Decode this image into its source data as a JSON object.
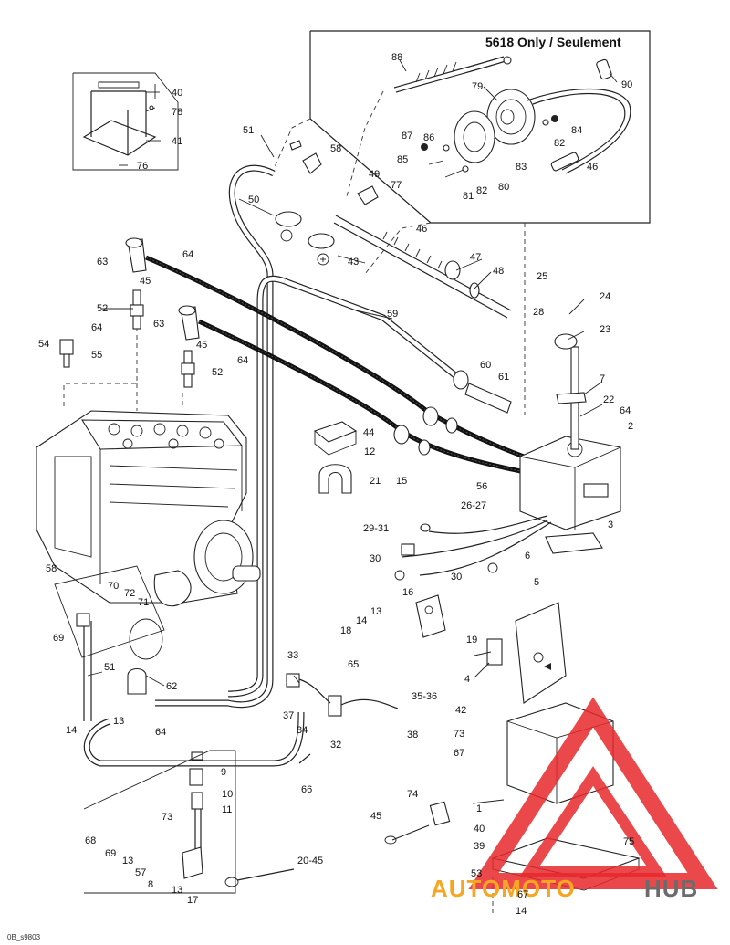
{
  "diagram": {
    "inset_title": "5618 Only / Seulement",
    "footer_code": "0B_s9803",
    "watermark": {
      "text_a": "AUTOMOTO",
      "text_b": "HUB",
      "color_a": "#f5a623",
      "color_b": "#6b6b6b",
      "logo_color": "#e8282b"
    },
    "callouts": [
      {
        "id": "c88",
        "text": "88"
      },
      {
        "id": "c79",
        "text": "79"
      },
      {
        "id": "c90",
        "text": "90"
      },
      {
        "id": "c87",
        "text": "87"
      },
      {
        "id": "c86",
        "text": "86"
      },
      {
        "id": "c85",
        "text": "85"
      },
      {
        "id": "c84",
        "text": "84"
      },
      {
        "id": "c82a",
        "text": "82"
      },
      {
        "id": "c83",
        "text": "83"
      },
      {
        "id": "c46a",
        "text": "46"
      },
      {
        "id": "c81",
        "text": "81"
      },
      {
        "id": "c82b",
        "text": "82"
      },
      {
        "id": "c80",
        "text": "80"
      },
      {
        "id": "c40a",
        "text": "40"
      },
      {
        "id": "c78",
        "text": "78"
      },
      {
        "id": "c41",
        "text": "41"
      },
      {
        "id": "c76",
        "text": "76"
      },
      {
        "id": "c51a",
        "text": "51"
      },
      {
        "id": "c58a",
        "text": "58"
      },
      {
        "id": "c49",
        "text": "49"
      },
      {
        "id": "c77",
        "text": "77"
      },
      {
        "id": "c50",
        "text": "50"
      },
      {
        "id": "c46b",
        "text": "46"
      },
      {
        "id": "c43",
        "text": "43"
      },
      {
        "id": "c63a",
        "text": "63"
      },
      {
        "id": "c64a",
        "text": "64"
      },
      {
        "id": "c45a",
        "text": "45"
      },
      {
        "id": "c47",
        "text": "47"
      },
      {
        "id": "c48",
        "text": "48"
      },
      {
        "id": "c25",
        "text": "25"
      },
      {
        "id": "c24",
        "text": "24"
      },
      {
        "id": "c28",
        "text": "28"
      },
      {
        "id": "c23",
        "text": "23"
      },
      {
        "id": "c52a",
        "text": "52"
      },
      {
        "id": "c64b",
        "text": "64"
      },
      {
        "id": "c63b",
        "text": "63"
      },
      {
        "id": "c59",
        "text": "59"
      },
      {
        "id": "c54",
        "text": "54"
      },
      {
        "id": "c55",
        "text": "55"
      },
      {
        "id": "c45b",
        "text": "45"
      },
      {
        "id": "c64c",
        "text": "64"
      },
      {
        "id": "c52b",
        "text": "52"
      },
      {
        "id": "c60",
        "text": "60"
      },
      {
        "id": "c61",
        "text": "61"
      },
      {
        "id": "c7",
        "text": "7"
      },
      {
        "id": "c22",
        "text": "22"
      },
      {
        "id": "c64d",
        "text": "64"
      },
      {
        "id": "c2",
        "text": "2"
      },
      {
        "id": "c44",
        "text": "44"
      },
      {
        "id": "c12",
        "text": "12"
      },
      {
        "id": "c21",
        "text": "21"
      },
      {
        "id": "c15",
        "text": "15"
      },
      {
        "id": "c56",
        "text": "56"
      },
      {
        "id": "c26_27",
        "text": "26-27"
      },
      {
        "id": "c3",
        "text": "3"
      },
      {
        "id": "c29_31",
        "text": "29-31"
      },
      {
        "id": "c6",
        "text": "6"
      },
      {
        "id": "c30a",
        "text": "30"
      },
      {
        "id": "c30b",
        "text": "30"
      },
      {
        "id": "c5",
        "text": "5"
      },
      {
        "id": "c58b",
        "text": "58"
      },
      {
        "id": "c70",
        "text": "70"
      },
      {
        "id": "c72",
        "text": "72"
      },
      {
        "id": "c71",
        "text": "71"
      },
      {
        "id": "c16",
        "text": "16"
      },
      {
        "id": "c13a",
        "text": "13"
      },
      {
        "id": "c14a",
        "text": "14"
      },
      {
        "id": "c18",
        "text": "18"
      },
      {
        "id": "c19",
        "text": "19"
      },
      {
        "id": "c69a",
        "text": "69"
      },
      {
        "id": "c51b",
        "text": "51"
      },
      {
        "id": "c33",
        "text": "33"
      },
      {
        "id": "c65",
        "text": "65"
      },
      {
        "id": "c4",
        "text": "4"
      },
      {
        "id": "c62",
        "text": "62"
      },
      {
        "id": "c35_36",
        "text": "35-36"
      },
      {
        "id": "c42",
        "text": "42"
      },
      {
        "id": "c37",
        "text": "37"
      },
      {
        "id": "c14b",
        "text": "14"
      },
      {
        "id": "c13b",
        "text": "13"
      },
      {
        "id": "c64e",
        "text": "64"
      },
      {
        "id": "c34",
        "text": "34"
      },
      {
        "id": "c38",
        "text": "38"
      },
      {
        "id": "c73a",
        "text": "73"
      },
      {
        "id": "c32",
        "text": "32"
      },
      {
        "id": "c67a",
        "text": "67"
      },
      {
        "id": "c9",
        "text": "9"
      },
      {
        "id": "c66",
        "text": "66"
      },
      {
        "id": "c10",
        "text": "10"
      },
      {
        "id": "c74",
        "text": "74"
      },
      {
        "id": "c11",
        "text": "11"
      },
      {
        "id": "c1",
        "text": "1"
      },
      {
        "id": "c45c",
        "text": "45"
      },
      {
        "id": "c73b",
        "text": "73"
      },
      {
        "id": "c40b",
        "text": "40"
      },
      {
        "id": "c68",
        "text": "68"
      },
      {
        "id": "c75",
        "text": "75"
      },
      {
        "id": "c69b",
        "text": "69"
      },
      {
        "id": "c39",
        "text": "39"
      },
      {
        "id": "c13c",
        "text": "13"
      },
      {
        "id": "c57",
        "text": "57"
      },
      {
        "id": "c20_45",
        "text": "20-45"
      },
      {
        "id": "c53",
        "text": "53"
      },
      {
        "id": "c8",
        "text": "8"
      },
      {
        "id": "c13d",
        "text": "13"
      },
      {
        "id": "c17",
        "text": "17"
      },
      {
        "id": "c67b",
        "text": "67"
      },
      {
        "id": "c14c",
        "text": "14"
      }
    ]
  }
}
